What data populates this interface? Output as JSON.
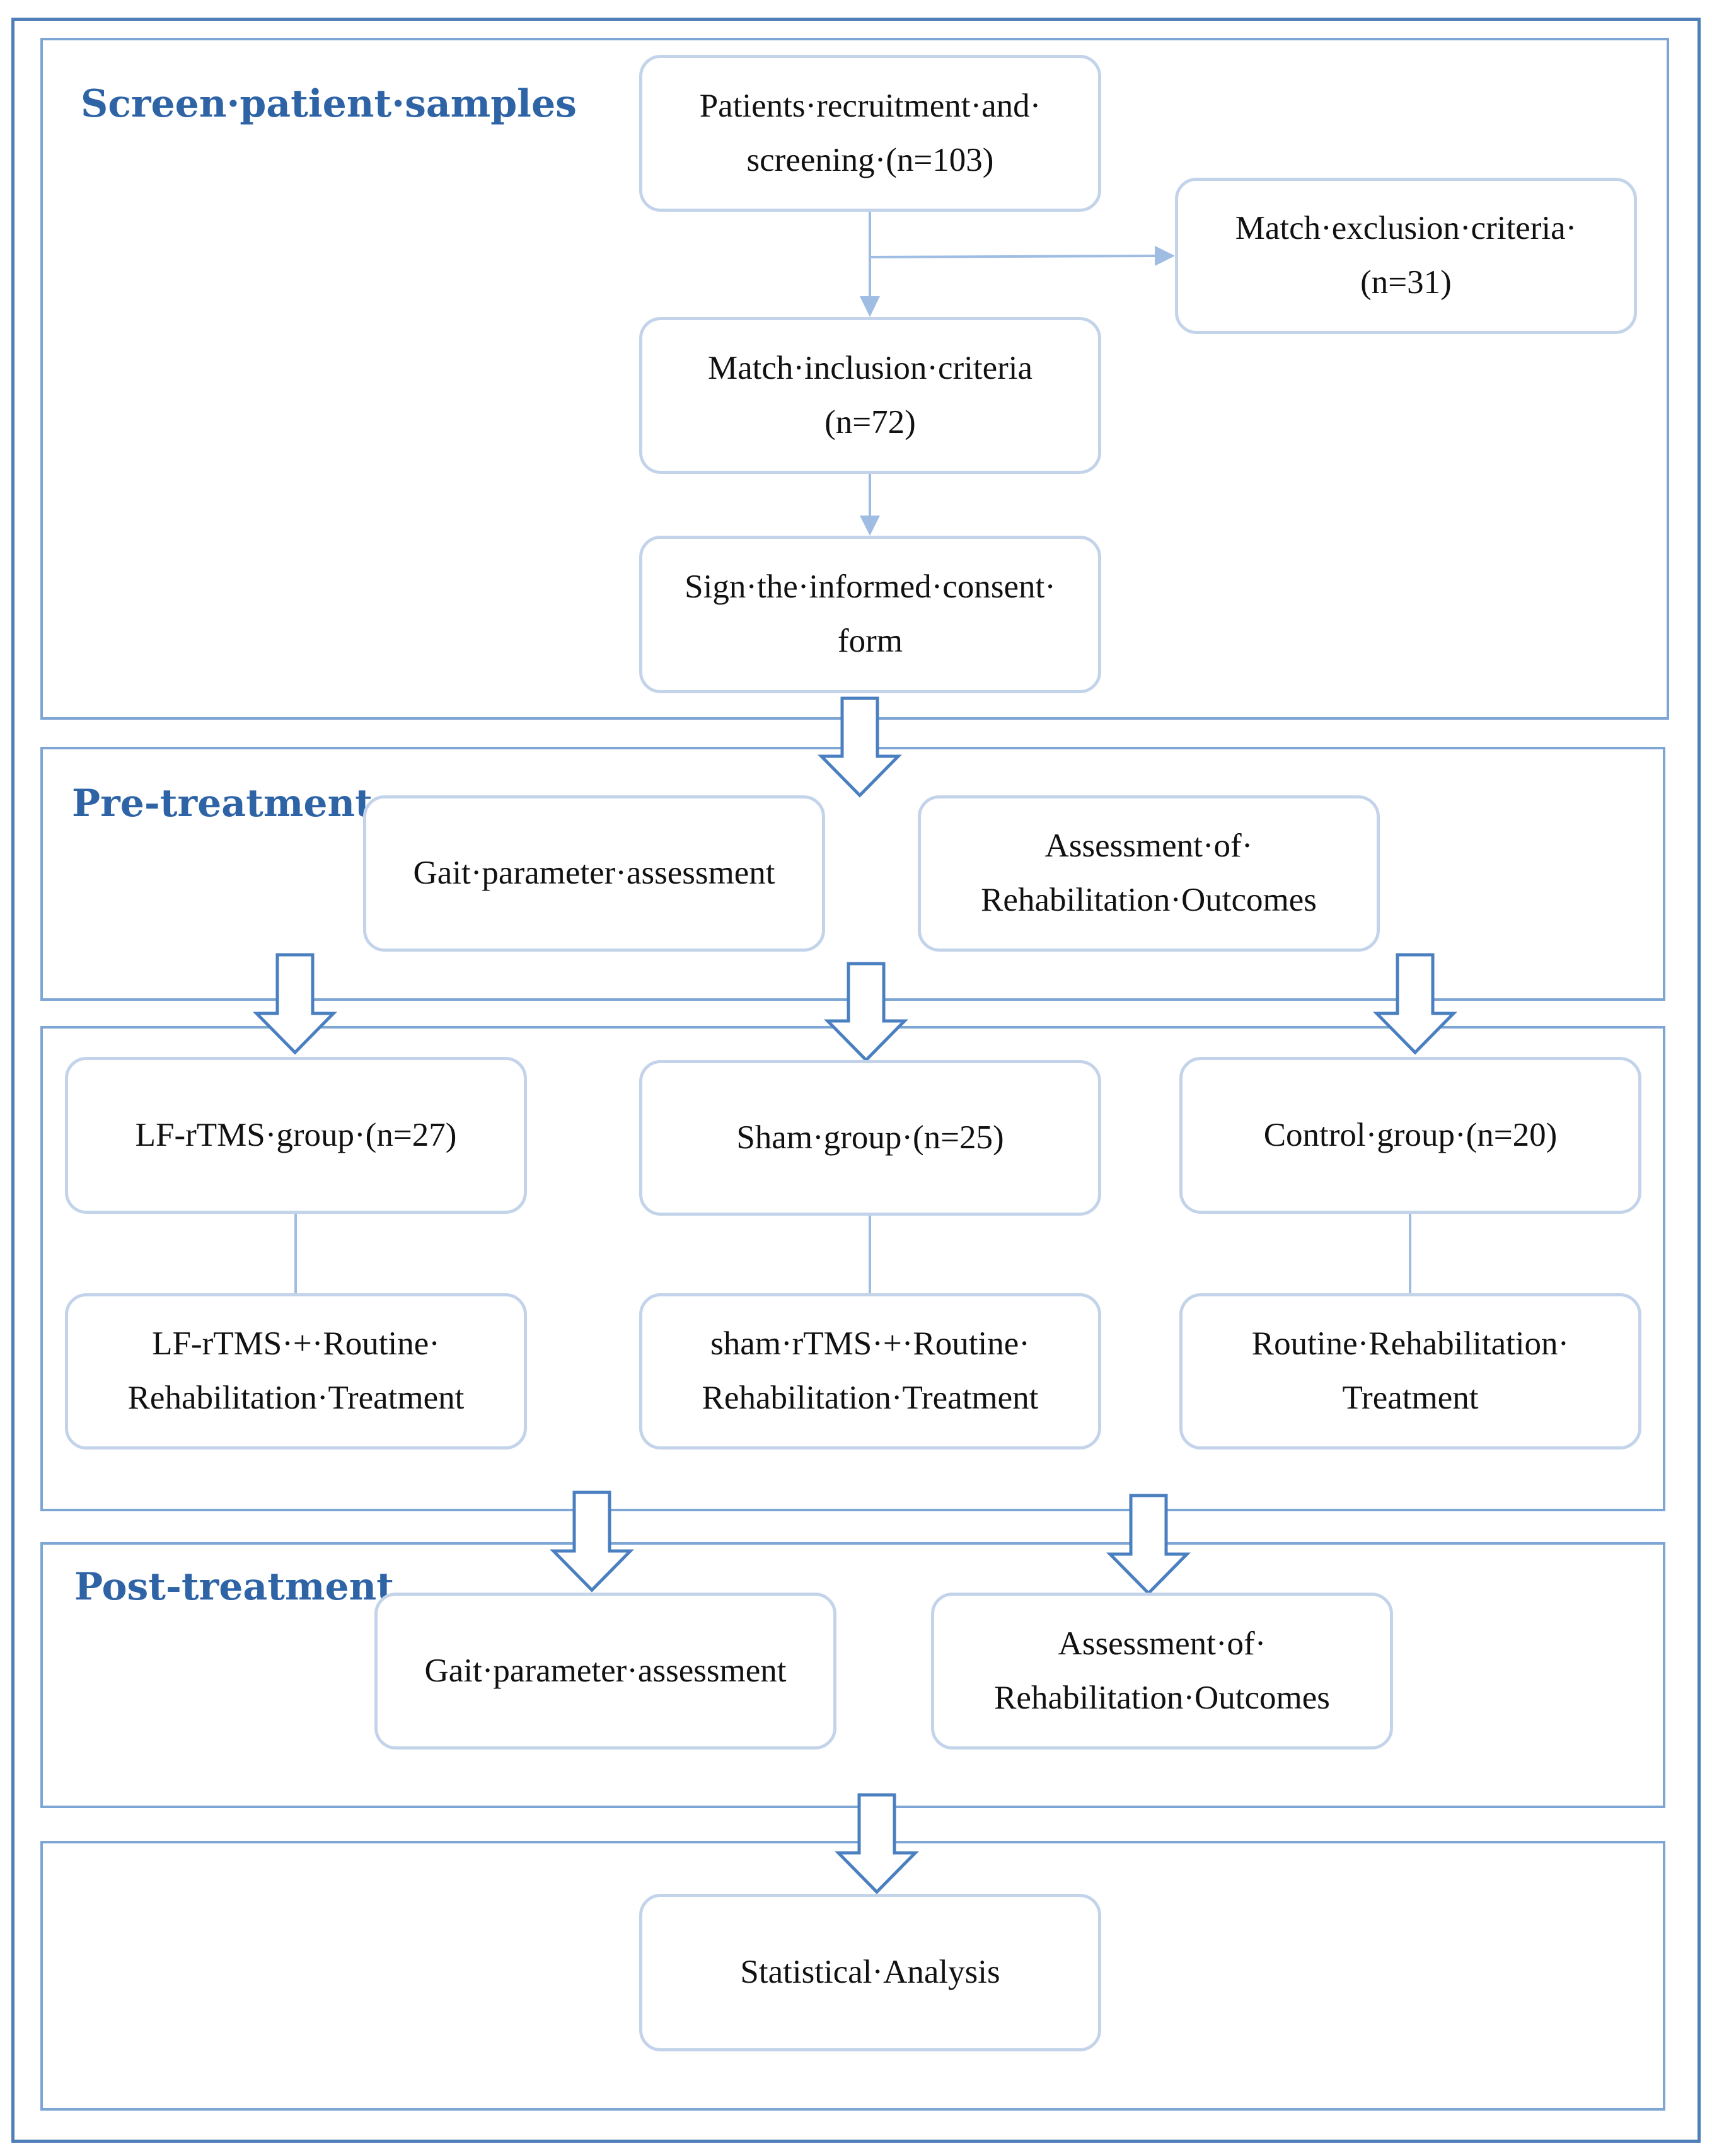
{
  "sections": {
    "screen": "Screen·patient·samples",
    "pre": "Pre-treatment",
    "post": "Post-treatment"
  },
  "nodes": {
    "recruit": [
      "Patients·recruitment·and·",
      "screening·(n=103)"
    ],
    "exclusion": [
      "Match·exclusion·criteria·",
      "(n=31)"
    ],
    "inclusion": [
      "Match·inclusion·criteria",
      "(n=72)"
    ],
    "consent": [
      "Sign·the·informed·consent·",
      "form"
    ],
    "pre_gait": [
      "Gait·parameter·assessment"
    ],
    "pre_rehab": [
      "Assessment·of·",
      "Rehabilitation·Outcomes"
    ],
    "lf_group": [
      "LF-rTMS·group·(n=27)"
    ],
    "sham_group": [
      "Sham·group·(n=25)"
    ],
    "control_group": [
      "Control·group·(n=20)"
    ],
    "lf_treat": [
      "LF-rTMS·+·Routine·",
      "Rehabilitation·Treatment"
    ],
    "sham_treat": [
      "sham·rTMS·+·Routine·",
      "Rehabilitation·Treatment"
    ],
    "control_treat": [
      "Routine·Rehabilitation·",
      "Treatment"
    ],
    "post_gait": [
      "Gait·parameter·assessment"
    ],
    "post_rehab": [
      "Assessment·of·",
      "Rehabilitation·Outcomes"
    ],
    "stats": [
      "Statistical·Analysis"
    ]
  },
  "colors": {
    "outer_border": "#4f7fb8",
    "frame_border": "#7ea6d4",
    "box_border": "#c3d4ea",
    "title": "#2e63a6",
    "connector": "#9fbde3",
    "block_arrow": "#4a7fc0"
  }
}
